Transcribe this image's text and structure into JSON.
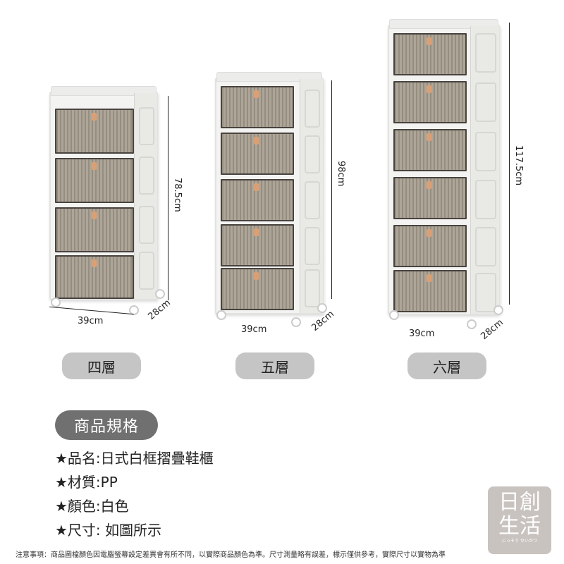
{
  "products": [
    {
      "label": "四層",
      "height": "78.5cm",
      "width": "39cm",
      "depth": "28cm",
      "tiers": 4
    },
    {
      "label": "五層",
      "height": "98cm",
      "width": "39cm",
      "depth": "28cm",
      "tiers": 5
    },
    {
      "label": "六層",
      "height": "117.5cm",
      "width": "39cm",
      "depth": "28cm",
      "tiers": 6
    }
  ],
  "specs": {
    "title": "商品規格",
    "items": [
      "★品名:日式白框摺疊鞋櫃",
      "★材質:PP",
      "★顏色:白色",
      "★尺寸: 如圖所示"
    ]
  },
  "notice": "注意事項：商品圖檔顏色因電腦螢幕設定差異會有所不同，以實際商品顏色為準。尺寸測量略有誤差，標示僅供參考，實際尺寸以實物為準",
  "logo": {
    "line1": "日創",
    "line2": "生活",
    "sub": "にっそう せいかつ"
  },
  "colors": {
    "pill": "#c5c5c5",
    "spec_title_bg": "#707070",
    "latch": "#d79a6c",
    "logo_bg": "#c9c3c0"
  }
}
